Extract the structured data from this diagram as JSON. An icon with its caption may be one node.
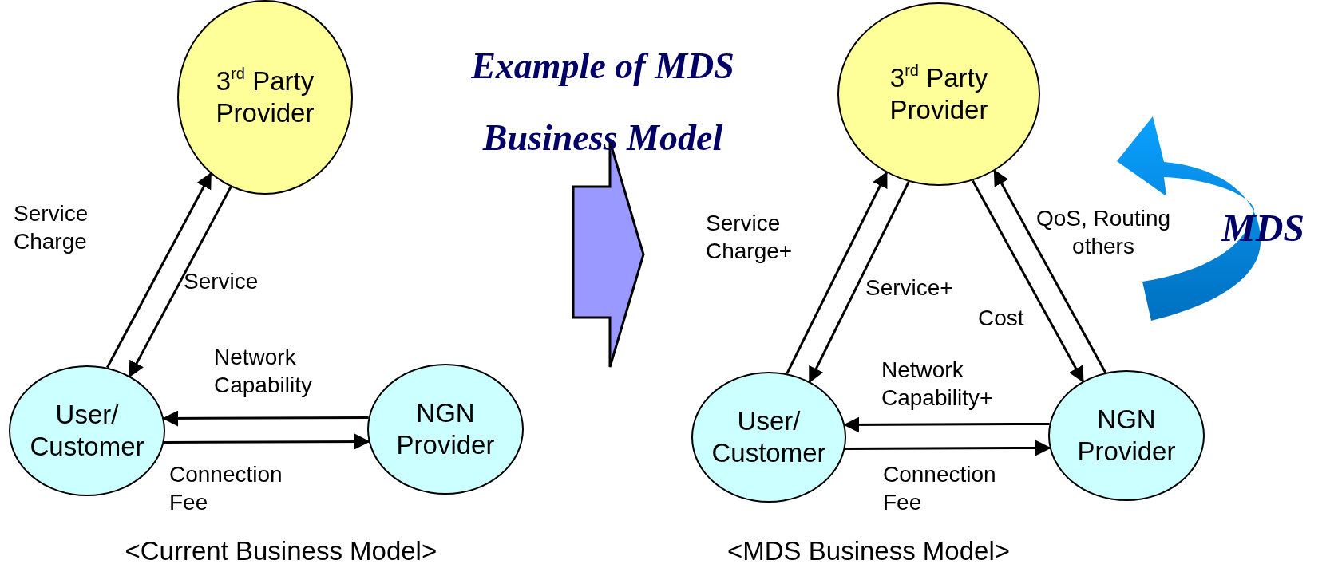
{
  "diagram": {
    "title": "Example of MDS Business Model",
    "nodes": [
      {
        "text": [
          "3$^{rd}$ Party Provider"
        ]
      },
      {
        "text": [
          "User/ Customer"
        ]
      },
      {
        "text": [
          "NGN Provider"
        ]
      },
      {
        "text": [
          "3$^{rd}$ Party Provider"
        ]
      },
      {
        "text": [
          "User/ Customer"
        ]
      },
      {
        "text": [
          "NGN Provider"
        ]
      }
    ],
    "edges": [
      {
        "from": 1,
        "to": 0,
        "arrow": "to",
        "label": "Service Charge"
      },
      {
        "from": 0,
        "to": 1,
        "arrow": "to",
        "label": "Service"
      },
      {
        "from": 2,
        "to": 1,
        "arrow": "to",
        "label": "Network Capability"
      },
      {
        "from": 1,
        "to": 2,
        "arrow": "to",
        "label": "Connection Fee"
      },
      {
        "from": 4,
        "to": 3,
        "arrow": "to",
        "label": "Service Charge+"
      },
      {
        "from": 3,
        "to": 4,
        "arrow": "to",
        "label": "Service+"
      },
      {
        "from": 3,
        "to": 5,
        "arrow": "to",
        "label": "Cost"
      },
      {
        "from": 5,
        "to": 3,
        "arrow": "to",
        "label": "QoS, Routing others"
      },
      {
        "from": 5,
        "to": 4,
        "arrow": "to",
        "label": "Network Capability+"
      },
      {
        "from": 4,
        "to": 5,
        "arrow": "to",
        "label": "Connection Fee"
      }
    ],
    "labels": [
      "MDS",
      "<Current Business Model>",
      "<MDS Business Model>"
    ]
  }
}
